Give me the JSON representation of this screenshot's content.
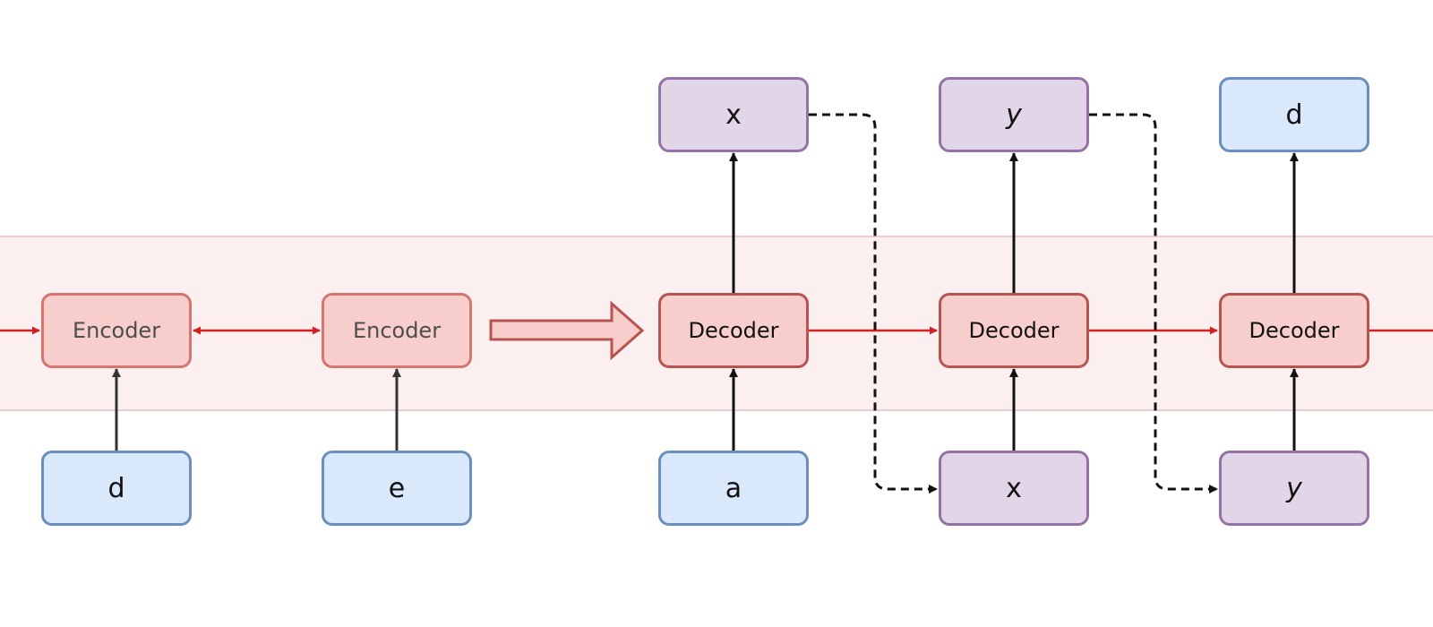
{
  "encoders": [
    {
      "label": "Encoder",
      "input": "d"
    },
    {
      "label": "Encoder",
      "input": "e"
    }
  ],
  "decoders": [
    {
      "label": "Decoder",
      "input": "a",
      "output": "x"
    },
    {
      "label": "Decoder",
      "input": "x",
      "output": "y"
    },
    {
      "label": "Decoder",
      "input": "y",
      "output": "d"
    }
  ],
  "colors": {
    "encoder_fill": "#f8cecc",
    "encoder_stroke": "#d47570",
    "decoder_stroke": "#b85450",
    "input_fill": "#dae8fc",
    "input_stroke": "#6c8ebf",
    "output_fill": "#e1d5e7",
    "output_stroke": "#9673a6",
    "recurrent_arrow": "#d62020",
    "band_fill": "#fcefef"
  }
}
